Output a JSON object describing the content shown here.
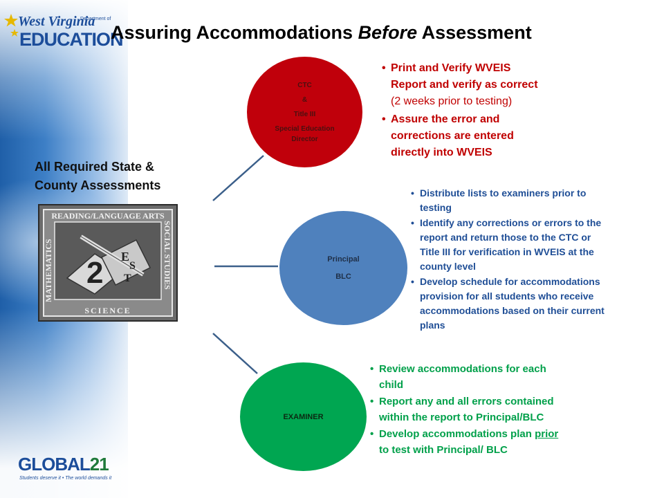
{
  "logo_wv": {
    "line1": "West Virginia",
    "dept": "Department of",
    "line2": "EDUCATION"
  },
  "title": {
    "part1": "Assuring Accommodations ",
    "part2": "Before",
    "part3": " Assessment"
  },
  "left_heading": "All Required State & County Assessments",
  "image": {
    "top": "READING/LANGUAGE ARTS",
    "left": "MATHEMATICS",
    "right": "SOCIAL STUDIES",
    "bottom": "SCIENCE",
    "number": "2",
    "text1": "E",
    "text2": "S",
    "text3": "T"
  },
  "circles": {
    "ctc": {
      "line1": "CTC",
      "line2": "&",
      "line3": "Title III",
      "line4": "Special Education",
      "line5": "Director"
    },
    "principal": {
      "line1": "Principal",
      "line2": "BLC"
    },
    "examiner": {
      "line1": "EXAMINER"
    }
  },
  "ctc_bullets": {
    "b1_bold": "Print  and Verify WVEIS Report and verify  as correct",
    "b1_normal": " (2 weeks prior to testing)",
    "b2": "Assure the error and corrections  are entered directly into WVEIS"
  },
  "principal_bullets": [
    "Distribute lists to examiners prior to testing",
    "Identify any corrections or errors to the report  and return those to the CTC or Title III for verification in WVEIS at the county level",
    "Develop schedule for accommodations provision for all students who receive accommodations based on their current plans"
  ],
  "examiner_bullets": {
    "b1": "Review accommodations for each child",
    "b2": "Report any and all errors contained within the report to Principal/BLC",
    "b3_pre": "Develop accommodations plan ",
    "b3_ul": "prior",
    "b3_post": " to test with Principal/ BLC"
  },
  "logo_global21": {
    "name1": "GLOBAL",
    "name2": "21",
    "tagline": "Students deserve it • The world demands it"
  },
  "colors": {
    "ctc_red": "#c0000b",
    "principal_blue": "#4f81bd",
    "examiner_green": "#00a651",
    "connector": "#3b5f8a"
  }
}
